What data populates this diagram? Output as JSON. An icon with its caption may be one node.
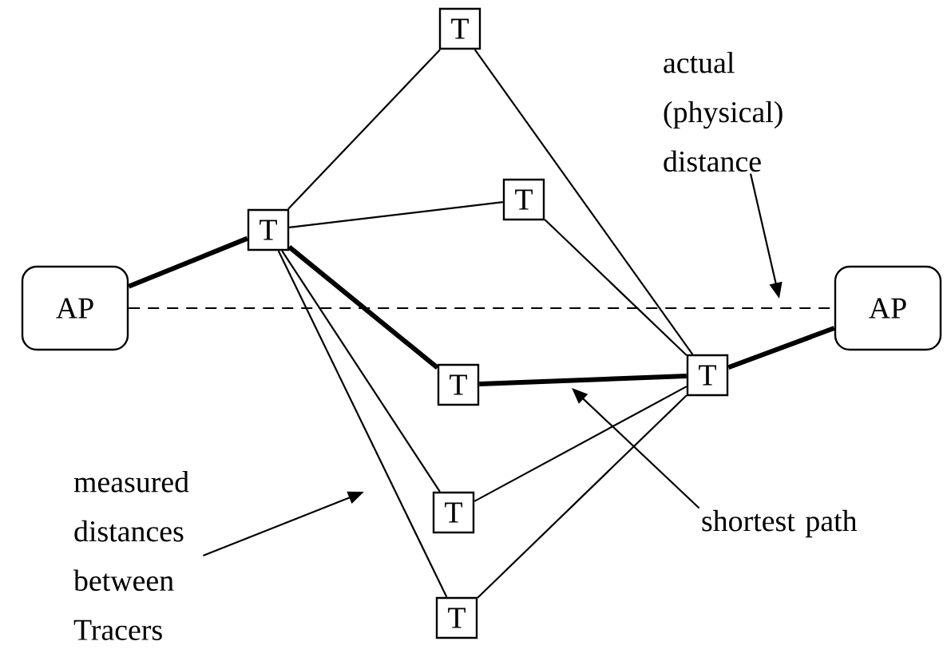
{
  "diagram": {
    "nodes": [
      {
        "text": [
          "AP"
        ]
      },
      {
        "text": [
          "T"
        ]
      },
      {
        "text": [
          "T"
        ]
      },
      {
        "text": [
          "T"
        ]
      },
      {
        "text": [
          "T"
        ]
      },
      {
        "text": [
          "T"
        ]
      },
      {
        "text": [
          "T"
        ]
      },
      {
        "text": [
          "T"
        ]
      },
      {
        "text": [
          "AP"
        ]
      },
      {
        "text": [
          "actual (physical) distance"
        ]
      },
      {
        "text": [
          "measured distances between Tracers"
        ]
      },
      {
        "text": [
          "shortest path"
        ]
      }
    ],
    "edges": [
      {
        "from": 0,
        "to": 1,
        "arrow": "none",
        "style": "thick"
      },
      {
        "from": 1,
        "to": 2,
        "arrow": "none"
      },
      {
        "from": 1,
        "to": 3,
        "arrow": "none"
      },
      {
        "from": 1,
        "to": 4,
        "arrow": "none",
        "style": "thick"
      },
      {
        "from": 1,
        "to": 6,
        "arrow": "none"
      },
      {
        "from": 1,
        "to": 7,
        "arrow": "none"
      },
      {
        "from": 2,
        "to": 5,
        "arrow": "none"
      },
      {
        "from": 3,
        "to": 5,
        "arrow": "none"
      },
      {
        "from": 4,
        "to": 5,
        "arrow": "none",
        "style": "thick"
      },
      {
        "from": 6,
        "to": 5,
        "arrow": "none"
      },
      {
        "from": 7,
        "to": 5,
        "arrow": "none"
      },
      {
        "from": 5,
        "to": 8,
        "arrow": "none",
        "style": "thick"
      },
      {
        "from": 0,
        "to": 8,
        "arrow": "none",
        "style": "dashed"
      },
      {
        "from": 9,
        "to": null,
        "arrow": "to"
      },
      {
        "from": 10,
        "to": null,
        "arrow": "to"
      },
      {
        "from": 11,
        "to": null,
        "arrow": "to"
      }
    ]
  }
}
